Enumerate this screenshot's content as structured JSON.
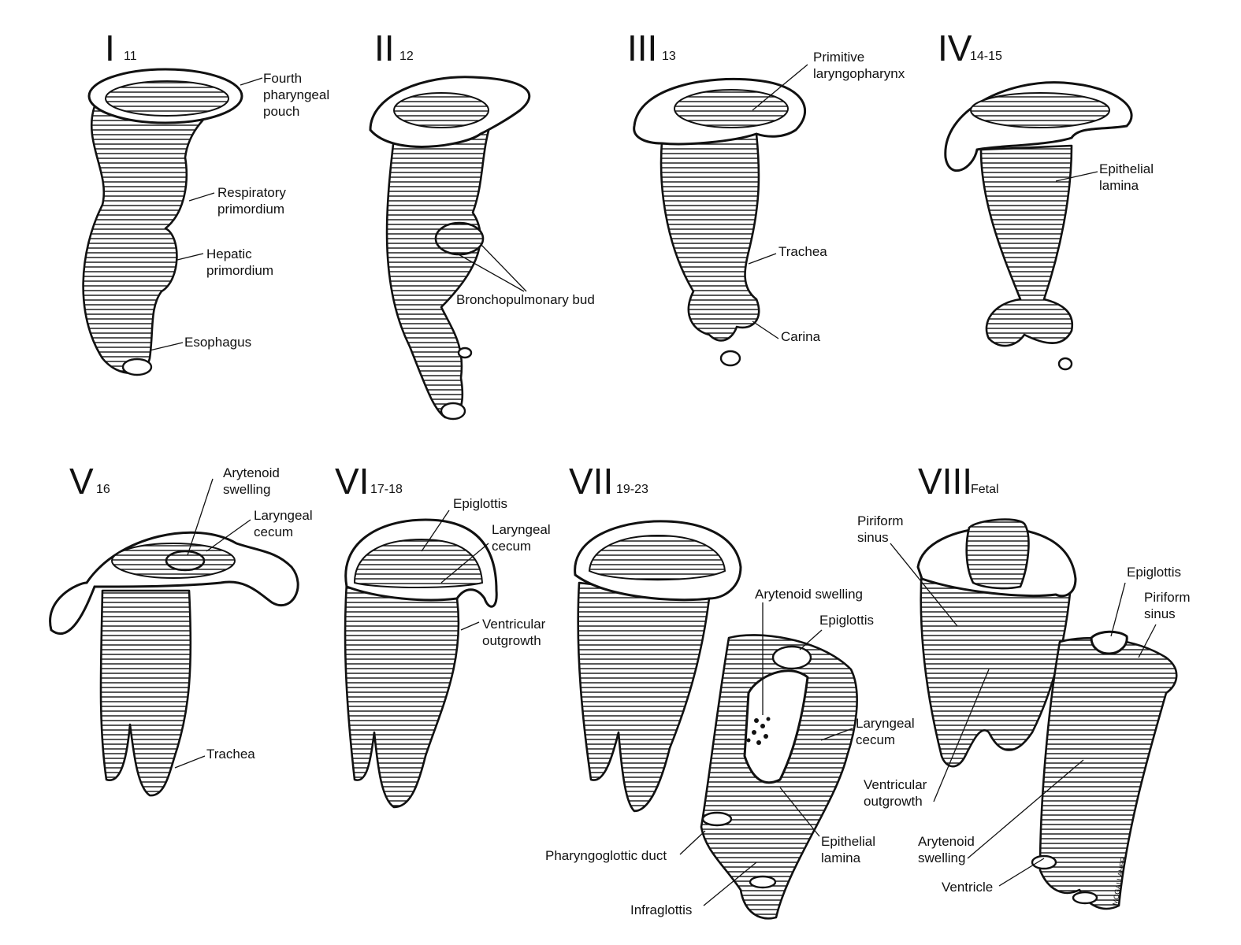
{
  "panels": [
    {
      "numeral": "I",
      "stage": "11"
    },
    {
      "numeral": "II",
      "stage": "12"
    },
    {
      "numeral": "III",
      "stage": "13"
    },
    {
      "numeral": "IV",
      "stage": "14-15"
    },
    {
      "numeral": "V",
      "stage": "16"
    },
    {
      "numeral": "VI",
      "stage": "17-18"
    },
    {
      "numeral": "VII",
      "stage": "19-23"
    },
    {
      "numeral": "VIII",
      "stage": "Fetal"
    }
  ],
  "labels": {
    "p1": [
      "Fourth pharyngeal pouch",
      "Respiratory primordium",
      "Hepatic primordium",
      "Esophagus"
    ],
    "p2": [
      "Bronchopulmonary bud"
    ],
    "p3": [
      "Primitive laryngopharynx",
      "Trachea",
      "Carina"
    ],
    "p4": [
      "Epithelial lamina"
    ],
    "p5": [
      "Arytenoid swelling",
      "Laryngeal cecum",
      "Trachea"
    ],
    "p6": [
      "Epiglottis",
      "Laryngeal cecum",
      "Ventricular outgrowth"
    ],
    "p7": [
      "Arytenoid swelling",
      "Epiglottis",
      "Laryngeal cecum",
      "Epithelial lamina",
      "Pharyngoglottic duct",
      "Infraglottis"
    ],
    "p8": [
      "Piriform sinus",
      "Epiglottis",
      "Piriform sinus",
      "Ventricular outgrowth",
      "Arytenoid swelling",
      "Ventricle"
    ]
  },
  "signature": "MCGALLAHER"
}
